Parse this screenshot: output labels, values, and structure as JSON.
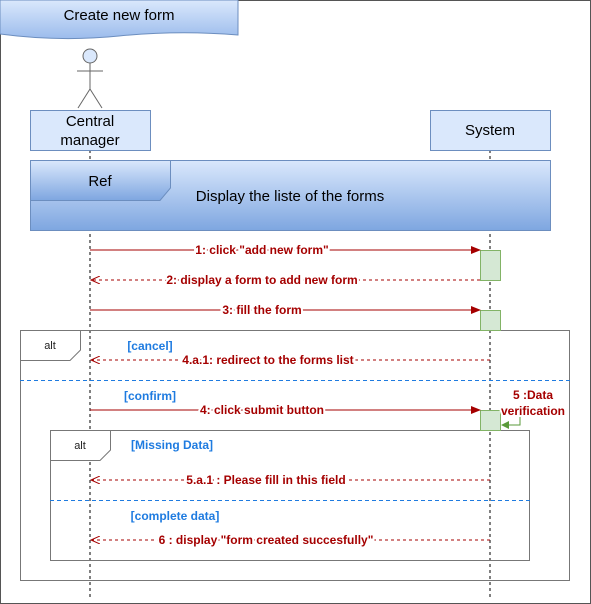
{
  "title": "Create new form",
  "actor": {
    "label_line1": "Central",
    "label_line2": "manager"
  },
  "system": {
    "label": "System"
  },
  "ref": {
    "tag": "Ref",
    "text": "Display the liste of the forms"
  },
  "messages": {
    "m1": "1: click \"add new form\"",
    "m2": "2: display a form to add new form",
    "m3": "3: fill the form",
    "m4a1": "4.a.1: redirect to the forms list",
    "m4": "4: click submit button",
    "m5_line1": "5 :Data",
    "m5_line2": "verification",
    "m5a1": "5.a.1 : Please fill in this field",
    "m6": "6 : display \"form created succesfully\""
  },
  "fragments": {
    "outer": {
      "operator": "alt",
      "guard1": "[cancel]",
      "guard2": "[confirm]"
    },
    "inner": {
      "operator": "alt",
      "guard1": "[Missing Data]",
      "guard2": "[complete data]"
    }
  },
  "colors": {
    "accent_blue": "#1e7be0",
    "message_red": "#a50000",
    "lifeline_box": "#dae8fc",
    "lifeline_border": "#6c8ebf",
    "activation_fill": "#d5e8d4",
    "activation_border": "#82b366"
  }
}
